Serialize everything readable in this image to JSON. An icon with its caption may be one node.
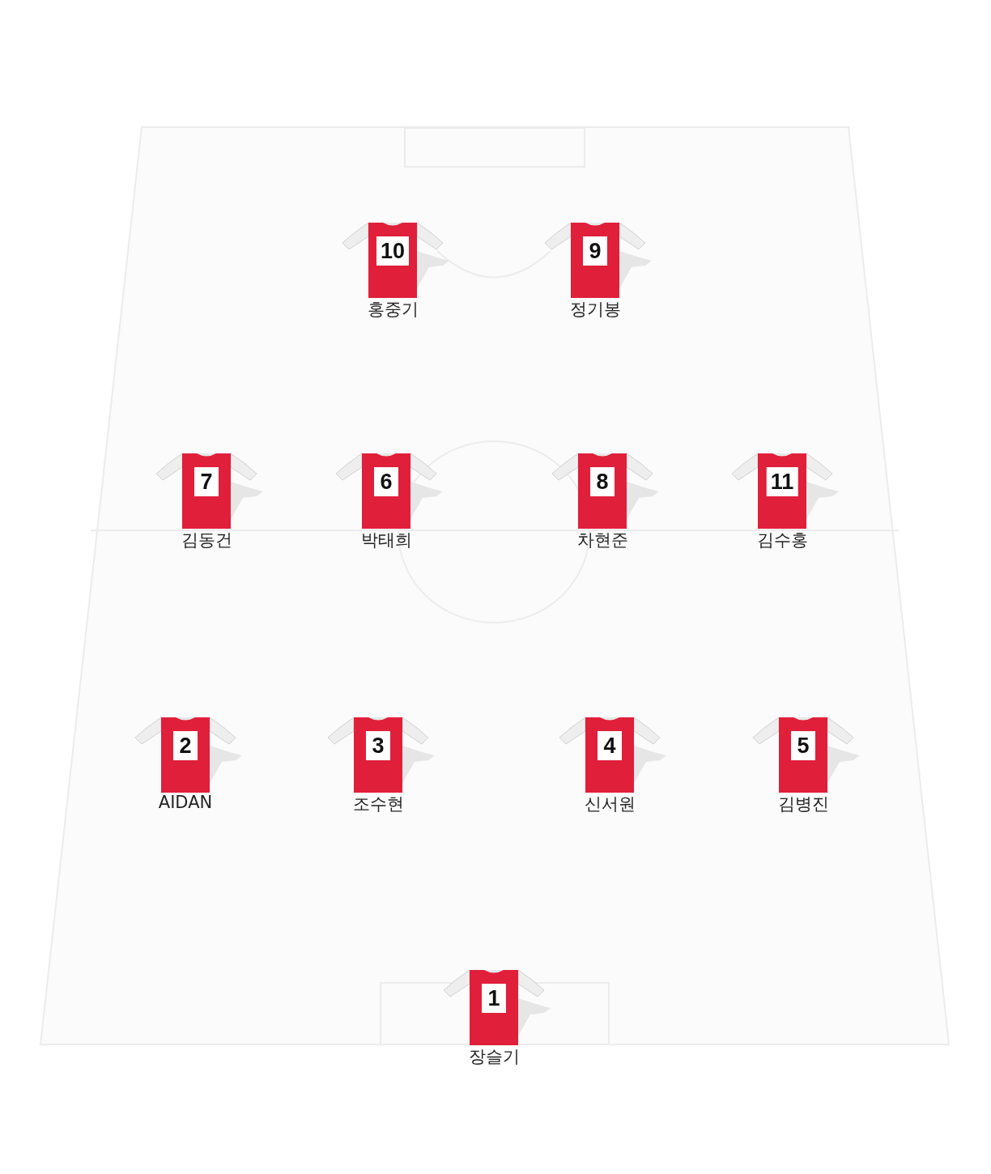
{
  "diagram": {
    "nodes": [
      {
        "text": [
          "10",
          "홍중기"
        ]
      },
      {
        "text": [
          "9",
          "정기봉"
        ]
      },
      {
        "text": [
          "7",
          "김동건"
        ]
      },
      {
        "text": [
          "6",
          "박태희"
        ]
      },
      {
        "text": [
          "8",
          "차현준"
        ]
      },
      {
        "text": [
          "11",
          "김수홍"
        ]
      },
      {
        "text": [
          "2",
          "AIDAN"
        ]
      },
      {
        "text": [
          "3",
          "조수현"
        ]
      },
      {
        "text": [
          "4",
          "신서원"
        ]
      },
      {
        "text": [
          "5",
          "김병진"
        ]
      },
      {
        "text": [
          "1",
          "장슬기"
        ]
      }
    ]
  }
}
